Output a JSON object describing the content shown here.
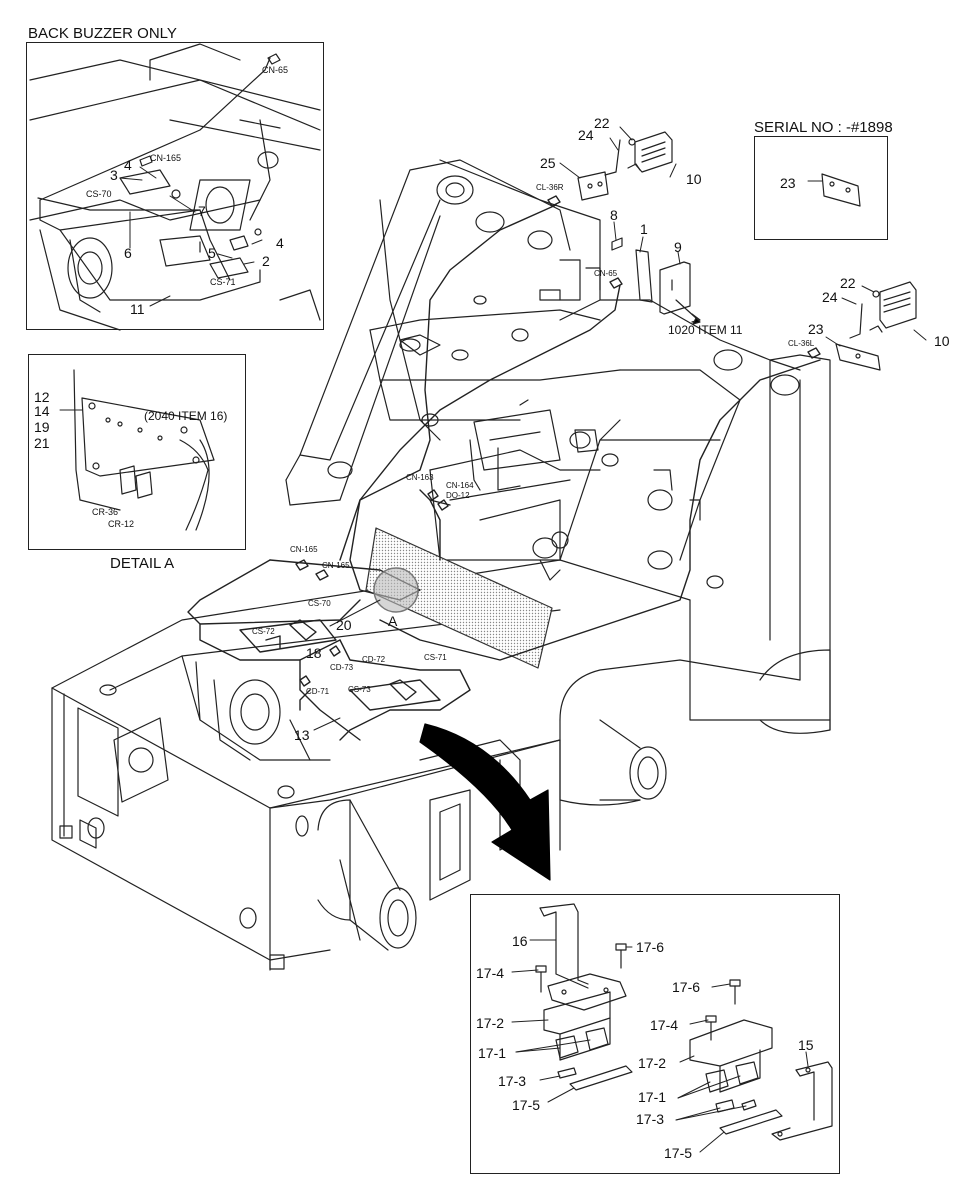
{
  "inset_buzzer": {
    "title": "BACK BUZZER ONLY",
    "part_numbers": [
      "3",
      "4",
      "7",
      "6",
      "5",
      "4",
      "2",
      "11"
    ],
    "connectors": [
      "CN-65",
      "CN-165",
      "CS-70",
      "CS-71"
    ]
  },
  "inset_detail_a": {
    "title": "DETAIL A",
    "part_numbers": [
      "12",
      "14",
      "19",
      "21"
    ],
    "reference": "(2040 ITEM 16)",
    "connectors": [
      "CR-36",
      "CR-12"
    ]
  },
  "inset_serial": {
    "title": "SERIAL NO : -#1898",
    "part_numbers": [
      "23"
    ]
  },
  "main": {
    "part_numbers": [
      "22",
      "24",
      "25",
      "10",
      "8",
      "1",
      "9",
      "22",
      "24",
      "23",
      "10",
      "20",
      "A",
      "18",
      "13"
    ],
    "reference": "1020 ITEM 11",
    "connectors": [
      "CL-36R",
      "CN-65",
      "CL-36L",
      "CN-163",
      "CN-164",
      "DO-12",
      "CN-165",
      "CN-165",
      "CS-70",
      "CS-72",
      "CD-72",
      "CD-73",
      "CS-71",
      "CS-73",
      "CD-71"
    ]
  },
  "inset_bracket": {
    "part_numbers": [
      "16",
      "17-6",
      "17-4",
      "17-2",
      "17-1",
      "17-3",
      "17-5",
      "17-6",
      "17-4",
      "17-2",
      "17-1",
      "17-3",
      "17-5",
      "15"
    ]
  }
}
